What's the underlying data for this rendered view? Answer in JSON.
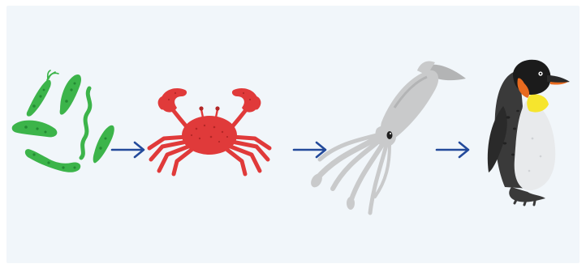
{
  "diagram": {
    "kind": "food-chain",
    "direction": "left-to-right",
    "organisms": [
      {
        "id": "plankton",
        "icon": "plankton-icon",
        "color": "#3cb44a"
      },
      {
        "id": "crab",
        "icon": "crab-icon",
        "color": "#e03a3a"
      },
      {
        "id": "squid",
        "icon": "squid-icon",
        "color": "#c9cacb"
      },
      {
        "id": "penguin",
        "icon": "penguin-icon",
        "color": "#2e2e2e"
      }
    ],
    "arrows": [
      {
        "from": "plankton",
        "to": "crab",
        "icon": "right-arrow-icon",
        "color": "#234a9b"
      },
      {
        "from": "crab",
        "to": "squid",
        "icon": "right-arrow-icon",
        "color": "#234a9b"
      },
      {
        "from": "squid",
        "to": "penguin",
        "icon": "right-arrow-icon",
        "color": "#234a9b"
      }
    ],
    "background_color": "#f1f6fa"
  }
}
